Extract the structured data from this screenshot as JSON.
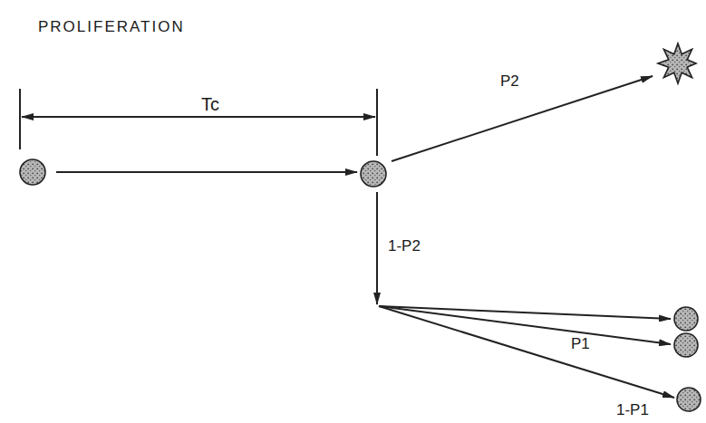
{
  "diagram": {
    "title": "PROLIFERATION",
    "labels": [
      "Tc",
      "P2",
      "1-P2",
      "P1",
      "1-P1"
    ]
  }
}
